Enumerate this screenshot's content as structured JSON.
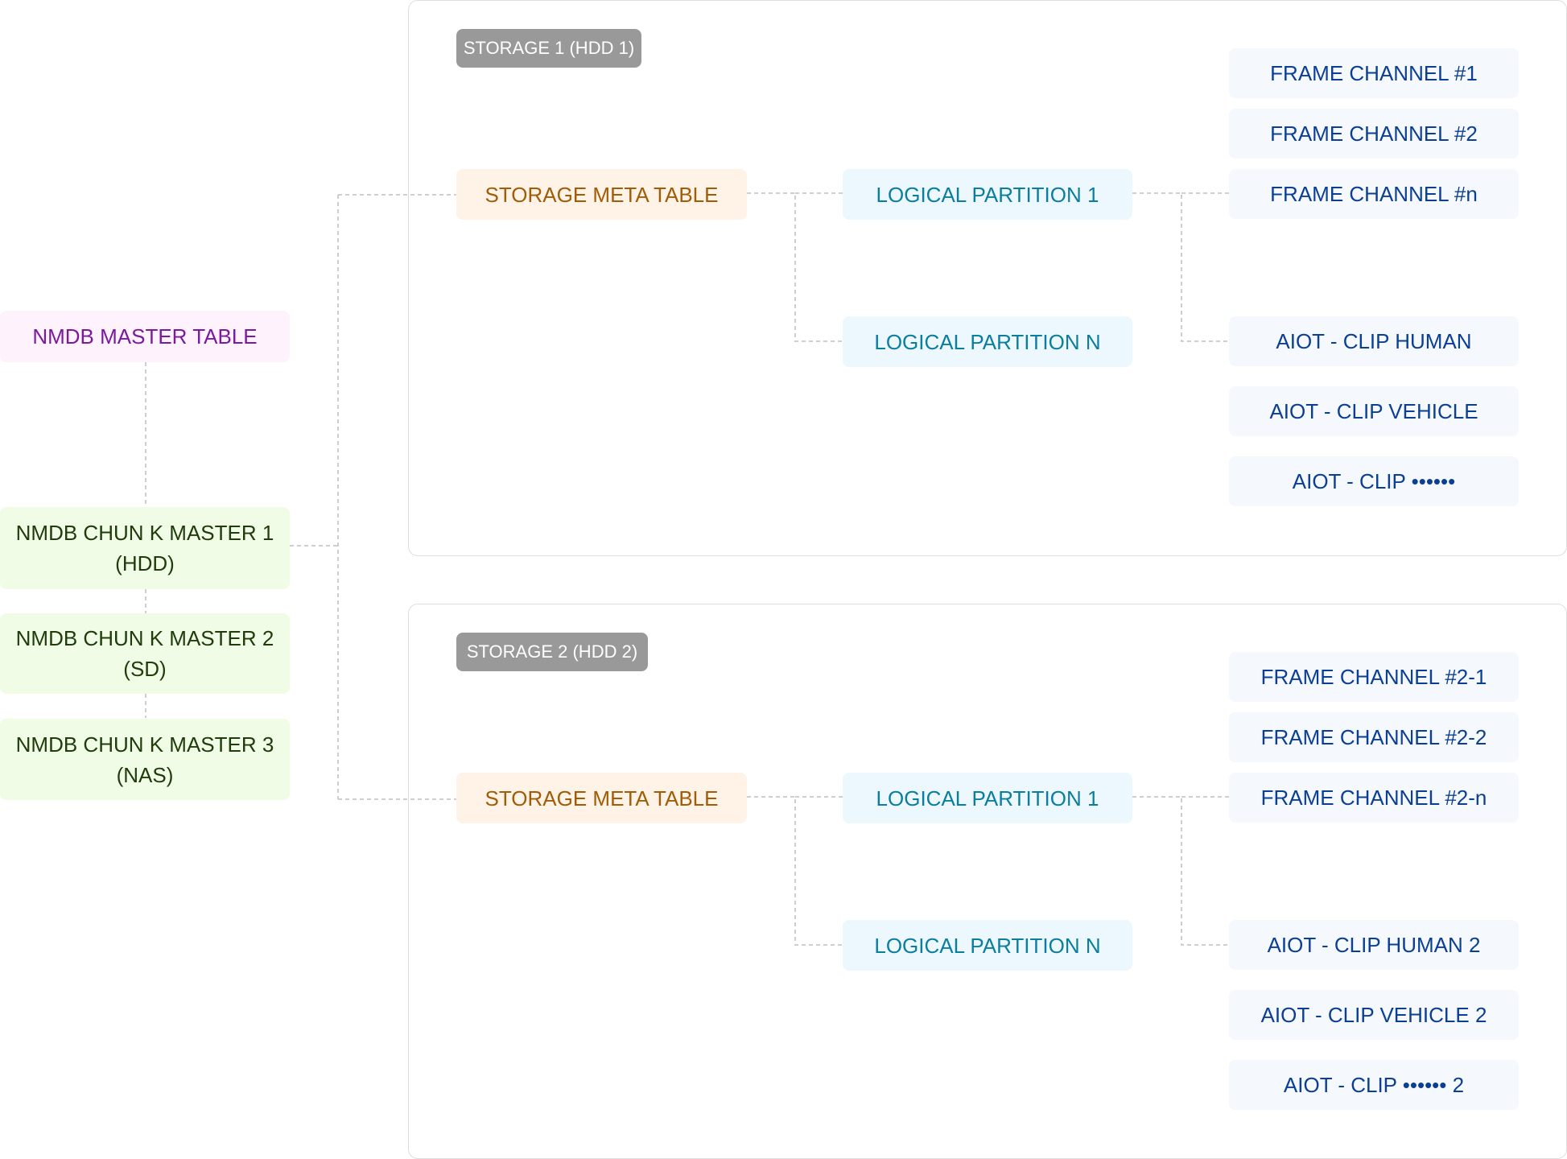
{
  "master_table": "NMDB MASTER TABLE",
  "chunk_masters": [
    {
      "line1": "NMDB CHUN K MASTER 1",
      "line2": "(HDD)"
    },
    {
      "line1": "NMDB CHUN K MASTER 2",
      "line2": "(SD)"
    },
    {
      "line1": "NMDB CHUN K MASTER 3",
      "line2": "(NAS)"
    }
  ],
  "storages": [
    {
      "tag": "STORAGE 1 (HDD 1)",
      "meta_table": "STORAGE META TABLE",
      "partitions": [
        "LOGICAL PARTITION 1",
        "LOGICAL PARTITION N"
      ],
      "frame_channels": [
        "FRAME CHANNEL #1",
        "FRAME CHANNEL #2",
        "FRAME CHANNEL #n"
      ],
      "aiot_clips": [
        "AIOT - CLIP HUMAN",
        "AIOT - CLIP VEHICLE",
        "AIOT - CLIP ••••••"
      ]
    },
    {
      "tag": "STORAGE 2 (HDD 2)",
      "meta_table": "STORAGE META TABLE",
      "partitions": [
        "LOGICAL PARTITION 1",
        "LOGICAL PARTITION N"
      ],
      "frame_channels": [
        "FRAME CHANNEL #2-1",
        "FRAME CHANNEL #2-2",
        "FRAME CHANNEL #2-n"
      ],
      "aiot_clips": [
        "AIOT - CLIP HUMAN 2",
        "AIOT - CLIP VEHICLE 2",
        "AIOT - CLIP •••••• 2"
      ]
    }
  ],
  "colors": {
    "master": "#7a1a9c",
    "chunk": "#203c0c",
    "meta": "#a15c07",
    "partition": "#0b7ea0",
    "channel": "#0b3f94",
    "tag_bg": "#999999"
  }
}
